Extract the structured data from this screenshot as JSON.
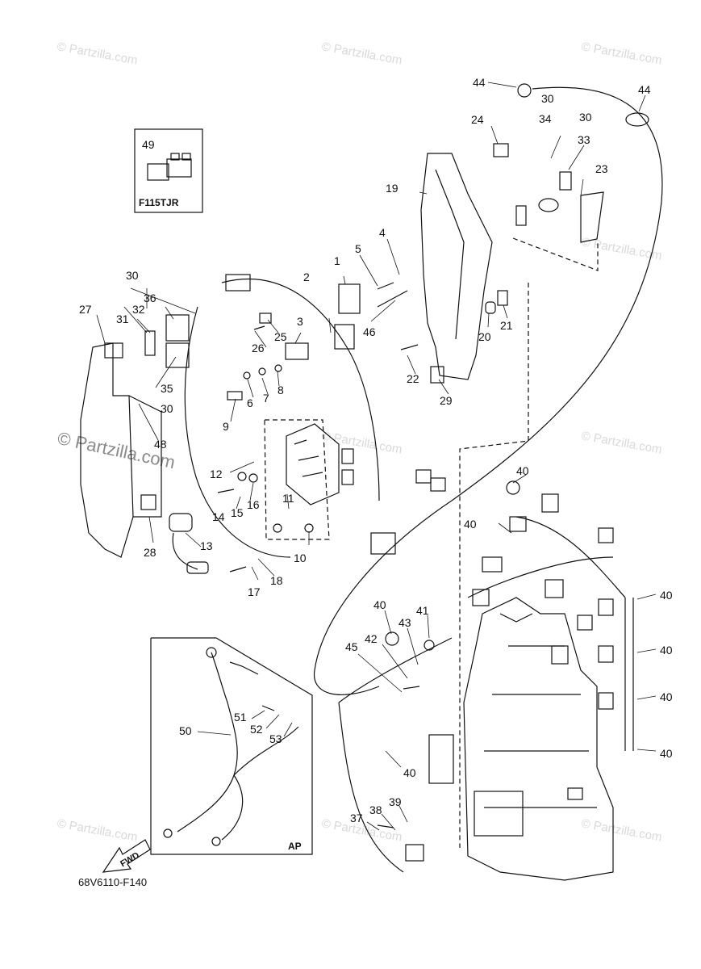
{
  "diagram": {
    "part_code": "68V6110-F140",
    "inset_top": {
      "model_label": "F115TJR",
      "part": "49"
    },
    "inset_bottom": {
      "label": "AP"
    },
    "fwd_label": "FWD",
    "watermarks": [
      "© Partzilla.com",
      "© Partzilla.com",
      "© Partzilla.com",
      "© Partzilla.com",
      "© Partzilla.com",
      "© Partzilla.com",
      "© Partzilla.com",
      "© Partzilla.com",
      "© Partzilla.com"
    ],
    "main_watermark": "© Partzilla.com",
    "callouts": [
      "1",
      "2",
      "3",
      "4",
      "5",
      "6",
      "7",
      "8",
      "9",
      "10",
      "11",
      "12",
      "13",
      "14",
      "15",
      "16",
      "17",
      "18",
      "19",
      "20",
      "21",
      "22",
      "23",
      "24",
      "25",
      "26",
      "27",
      "28",
      "29",
      "30",
      "30",
      "30",
      "30",
      "31",
      "32",
      "33",
      "34",
      "35",
      "36",
      "37",
      "38",
      "39",
      "40",
      "40",
      "40",
      "40",
      "40",
      "40",
      "40",
      "40",
      "41",
      "42",
      "43",
      "44",
      "44",
      "45",
      "46",
      "48",
      "49",
      "50",
      "51",
      "52",
      "53"
    ]
  }
}
